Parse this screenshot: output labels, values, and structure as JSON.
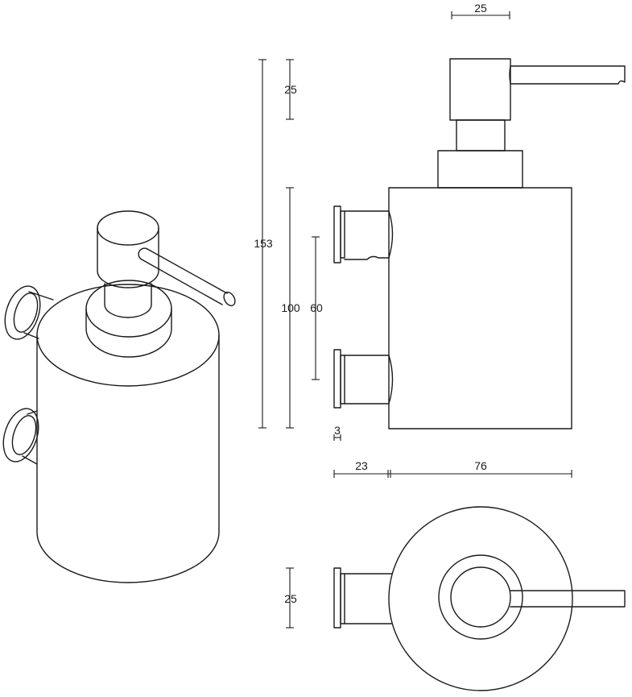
{
  "dimensions": {
    "pump_width": "25",
    "pump_height": "25",
    "total_height": "153",
    "body_height": "100",
    "mount_spacing": "60",
    "wall_gap": "3",
    "mount_depth": "23",
    "body_diameter": "76",
    "mount_diameter": "25"
  }
}
